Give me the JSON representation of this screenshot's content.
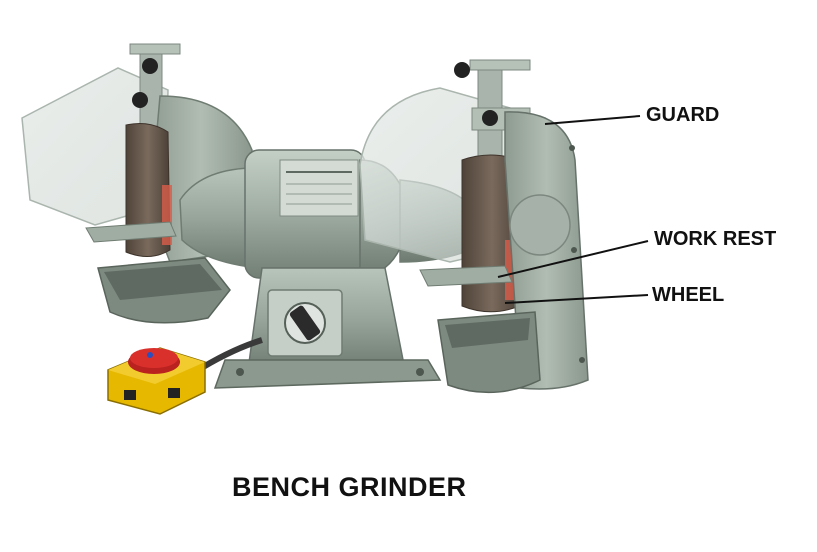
{
  "diagram": {
    "caption": "BENCH GRINDER",
    "labels": {
      "guard": "GUARD",
      "work_rest": "WORK REST",
      "wheel": "WHEEL"
    }
  },
  "colors": {
    "body_green": "#9aa89e",
    "body_dark": "#6f7c72",
    "wheel_brown": "#6b5a4e",
    "switch_yellow": "#e6b800",
    "button_red": "#d9302c",
    "leader_line": "#111111"
  },
  "icons": {
    "machine": "bench-grinder-illustration",
    "emergency_stop": "emergency-stop-button-icon",
    "rotary_switch": "rotary-switch-icon"
  }
}
